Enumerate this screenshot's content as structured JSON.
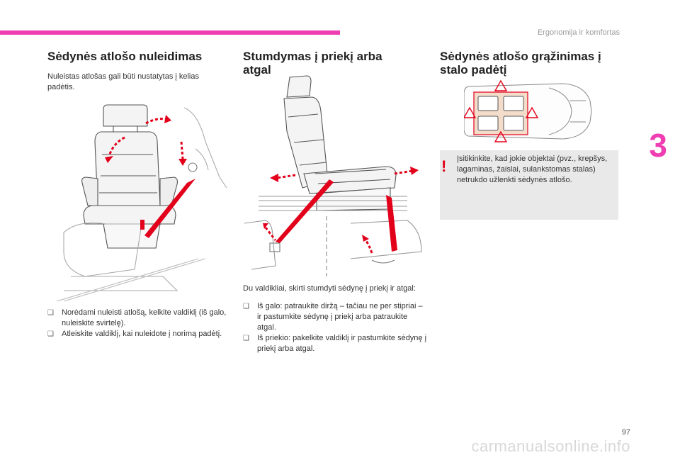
{
  "header": {
    "running_title": "Ergonomija ir komfortas",
    "chapter_number": "3",
    "page_number": "97",
    "watermark": "carmanualsonline.info",
    "accent_color": "#ef3db2"
  },
  "section_left": {
    "title": "Sėdynės atlošo nuleidimas",
    "intro": "Nuleistas atlošas gali būti nustatytas į kelias padėtis.",
    "bullets": [
      "Norėdami nuleisti atlošą, kelkite valdiklį (iš galo, nuleiskite svirtelę).",
      "Atleiskite valdiklį, kai nuleidote į norimą padėtį."
    ]
  },
  "section_middle": {
    "title": "Stumdymas į priekį arba atgal",
    "intro": "Du valdikliai, skirti stumdyti sėdynę į priekį ir atgal:",
    "bullets": [
      "Iš galo: patraukite diržą – tačiau ne per stipriai – ir pastumkite sėdynę į priekį arba patraukite atgal.",
      "Iš priekio: pakelkite valdiklį ir pastumkite sėdynę į priekį arba atgal."
    ]
  },
  "section_right": {
    "title": "Sėdynės atlošo grąžinimas į stalo padėtį",
    "warning": "Įsitikinkite, kad jokie objektai (pvz., krepšys, lagaminas, žaislai, sulankstomas stalas) netrukdo užlenkti sėdynės atlošo.",
    "warning_icon": "exclamation-icon",
    "warning_color": "#e2001a"
  },
  "bullet_glyph": "❑"
}
